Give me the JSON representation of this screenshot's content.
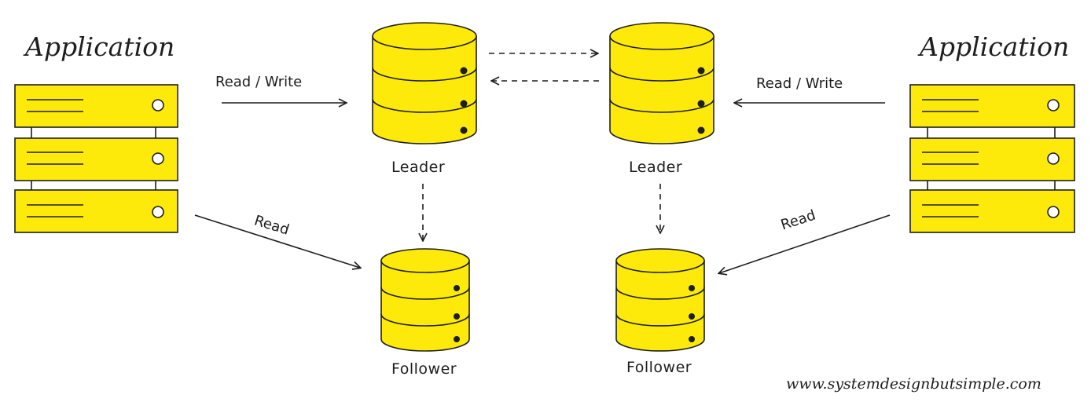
{
  "diagram": {
    "left_app": {
      "title": "Application"
    },
    "right_app": {
      "title": "Application"
    },
    "left_leader": {
      "label": "Leader"
    },
    "right_leader": {
      "label": "Leader"
    },
    "left_follower": {
      "label": "Follower"
    },
    "right_follower": {
      "label": "Follower"
    },
    "edges": {
      "left_rw": "Read / Write",
      "right_rw": "Read / Write",
      "left_read": "Read",
      "right_read": "Read"
    },
    "watermark": "www.systemdesignbutsimple.com"
  },
  "colors": {
    "fill": "#fdea0a",
    "stroke": "#1e1e1e",
    "background": "#ffffff"
  },
  "icons": [
    "server-rack-icon",
    "database-icon",
    "arrow-icon",
    "dashed-arrow-icon"
  ]
}
